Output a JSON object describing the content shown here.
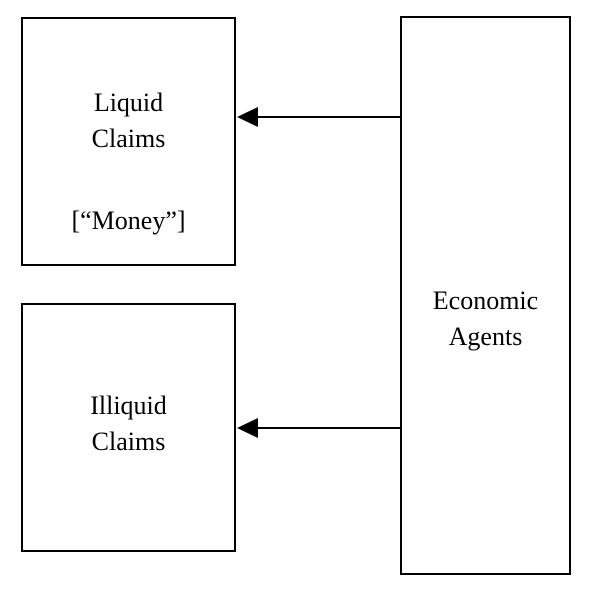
{
  "boxes": {
    "liquid": {
      "title_line1": "Liquid",
      "title_line2": "Claims",
      "note": "[“Money”]"
    },
    "illiquid": {
      "title_line1": "Illiquid",
      "title_line2": "Claims"
    },
    "agents": {
      "title_line1": "Economic",
      "title_line2": "Agents"
    }
  },
  "arrows": [
    {
      "from": "agents",
      "to": "liquid"
    },
    {
      "from": "agents",
      "to": "illiquid"
    }
  ],
  "colors": {
    "stroke": "#000000",
    "background": "#ffffff"
  }
}
